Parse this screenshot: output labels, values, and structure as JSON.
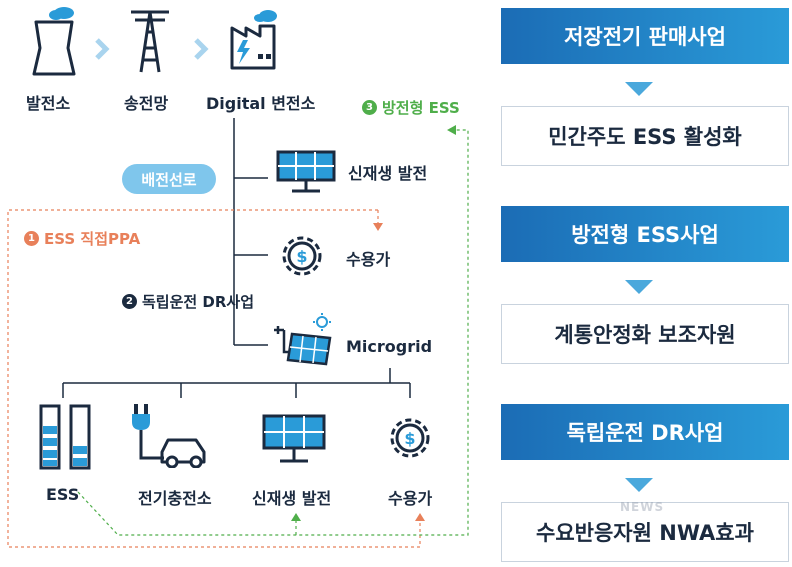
{
  "top_row": {
    "plant_label": "발전소",
    "transmission_label": "송전망",
    "substation_label": "Digital 변전소"
  },
  "branches": {
    "renewable_label": "신재생 발전",
    "consumer_label": "수용가",
    "microgrid_label": "Microgrid",
    "distribution_pill": "배전선로"
  },
  "tags": {
    "ppa": {
      "number": "1",
      "label": "ESS 직접PPA",
      "color": "#e8805a"
    },
    "dr": {
      "number": "2",
      "label": "독립운전 DR사업",
      "color": "#1b2a3f"
    },
    "ess_grid": {
      "number": "3",
      "label": "방전형 ESS",
      "color": "#4fae4a"
    }
  },
  "bottom_row": {
    "ess_label": "ESS",
    "charger_label": "전기충전소",
    "renewable_label": "신재생 발전",
    "consumer_label": "수용가"
  },
  "right_panel": {
    "items": [
      {
        "title": "저장전기 판매사업",
        "detail": "민간주도 ESS 활성화"
      },
      {
        "title": "방전형 ESS사업",
        "detail": "계통안정화 보조자원"
      },
      {
        "title": "독립운전 DR사업",
        "detail": "수요반응자원 NWA효과"
      }
    ]
  },
  "watermark": "NEWS",
  "colors": {
    "navy": "#1b2a3f",
    "blue": "#1b6cb5",
    "light_blue": "#4aa8dc",
    "orange": "#e8805a",
    "green": "#4fae4a"
  }
}
